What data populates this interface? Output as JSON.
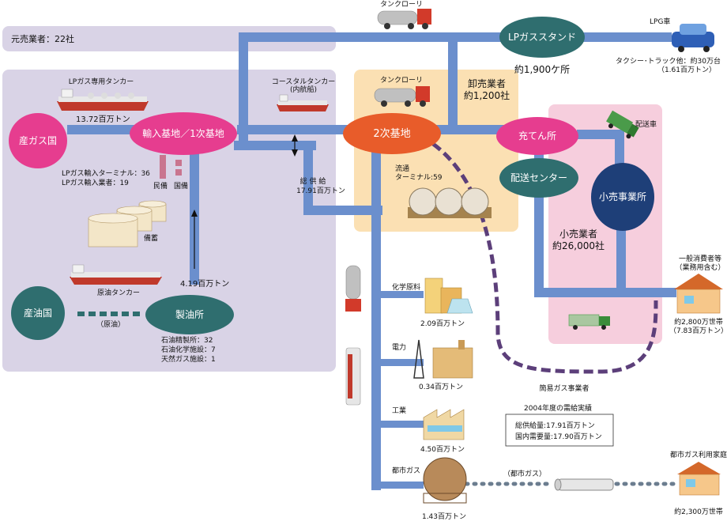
{
  "colors": {
    "pipe": "#6b8fcd",
    "pink": "#e63d8f",
    "teal": "#2f6e6f",
    "navy": "#1e3f78",
    "orange": "#e85c2a",
    "lavender": "#d9d3e6",
    "peach": "#fbe0b3",
    "pinkbg": "#f6cedd",
    "dash": "#5c3f7a"
  },
  "header": {
    "sellers": "元売業者：22社"
  },
  "nodes": {
    "producer_gas": "産ガス国",
    "import_base": "輸入基地／1次基地",
    "producer_oil": "産油国",
    "refinery": "製油所",
    "secondary_base": "2次基地",
    "lpg_stand": "LPガススタンド",
    "filling_station": "充てん所",
    "delivery_center": "配送センター",
    "retail_office": "小売事業所"
  },
  "labels": {
    "lpg_tanker": "LPガス専用タンカー",
    "import_volume": "13.72百万トン",
    "import_terminals": "LPガス輸入ターミナル：36",
    "importers": "LPガス輸入業者：19",
    "private_reserve": "民備",
    "national_reserve": "国備",
    "reserve": "備蓄",
    "crude_tanker": "原油タンカー",
    "refinery_volume": "4.19百万トン",
    "crude": "（原油）",
    "refineries": "石油精製所：32",
    "petrochem": "石油化学施設：7",
    "natgas": "天然ガス施設：1",
    "coastal_tanker": "コースタルタンカー",
    "coastal_tanker_sub": "(内航船)",
    "total_supply_label": "総 供 給",
    "total_supply_value": "17.91百万トン",
    "tank_lorry_top": "タンクローリ",
    "tank_lorry_mid": "タンクローリ",
    "distribution_terminals_1": "流通",
    "distribution_terminals_2": "ターミナル:59",
    "wholesalers_1": "卸売業者",
    "wholesalers_2": "約1,200社",
    "stand_count": "約1,900ケ所",
    "lpg_car": "LPG車",
    "taxi_1": "タクシー･トラック他：約30万台",
    "taxi_2": "（1.61百万トン）",
    "delivery_truck": "配送車",
    "retailers_1": "小売業者",
    "retailers_2": "約26,000社",
    "consumers_1": "一般消費者等",
    "consumers_2": "（業務用含む）",
    "households_1": "約2,800万世帯",
    "households_2": "（7.83百万トン）",
    "simple_gas": "簡易ガス事業者",
    "chemical": "化学原料",
    "chemical_volume": "2.09百万トン",
    "power": "電力",
    "power_volume": "0.34百万トン",
    "industry": "工業",
    "industry_volume": "4.50百万トン",
    "city_gas": "都市ガス",
    "city_gas_volume": "1.43百万トン",
    "city_gas_paren": "（都市ガス）",
    "city_gas_homes": "都市ガス利用家庭",
    "city_gas_homes_count": "約2,300万世帯"
  },
  "summary": {
    "title": "2004年度の需給実績",
    "supply": "総供給量:17.91百万トン",
    "demand": "国内需要量:17.90百万トン"
  }
}
